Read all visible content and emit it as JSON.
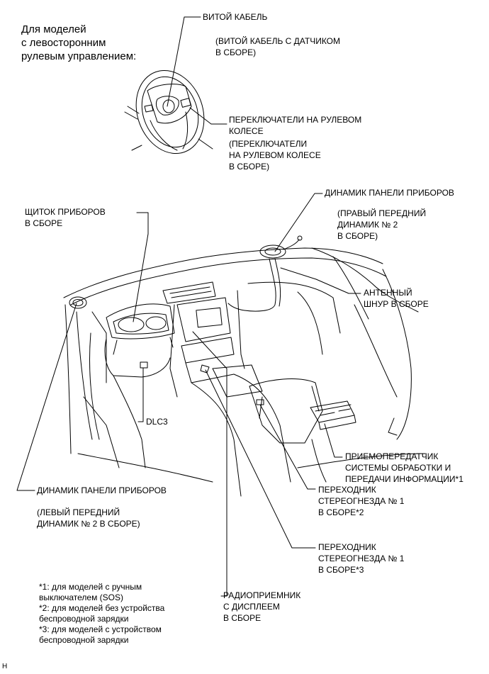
{
  "header_note": {
    "line1": "Для моделей",
    "line2": "с левосторонним",
    "line3": "рулевым управлением:"
  },
  "labels": {
    "spiral_cable": {
      "title": "ВИТОЙ КАБЕЛЬ",
      "sub1": "(ВИТОЙ КАБЕЛЬ С ДАТЧИКОМ",
      "sub2": "В СБОРЕ)"
    },
    "steering_switches": {
      "line1": "ПЕРЕКЛЮЧАТЕЛИ НА РУЛЕВОМ",
      "line2": "КОЛЕСЕ",
      "sub1": "(ПЕРЕКЛЮЧАТЕЛИ",
      "sub2": "НА РУЛЕВОМ КОЛЕСЕ",
      "sub3": "В СБОРЕ)"
    },
    "right_speaker": {
      "title": "ДИНАМИК ПАНЕЛИ ПРИБОРОВ",
      "sub1": "(ПРАВЫЙ ПЕРЕДНИЙ",
      "sub2": "ДИНАМИК № 2",
      "sub3": "В СБОРЕ)"
    },
    "combination_meter": {
      "line1": "ЩИТОК ПРИБОРОВ",
      "line2": "В СБОРЕ"
    },
    "antenna_cord": {
      "line1": "АНТЕННЫЙ",
      "line2": "ШНУР В СБОРЕ"
    },
    "dlc3": {
      "text": "DLC3"
    },
    "transceiver": {
      "line1": "ПРИЕМОПЕРЕДАТЧИК",
      "line2": "СИСТЕМЫ ОБРАБОТКИ И",
      "line3": "ПЕРЕДАЧИ ИНФОРМАЦИИ*1"
    },
    "stereo_jack_2": {
      "line1": "ПЕРЕХОДНИК",
      "line2": "СТЕРЕОГНЕЗДА № 1",
      "line3": "В СБОРЕ*2"
    },
    "left_speaker": {
      "title": "ДИНАМИК ПАНЕЛИ ПРИБОРОВ",
      "sub1": "(ЛЕВЫЙ ПЕРЕДНИЙ",
      "sub2": "ДИНАМИК № 2 В СБОРЕ)"
    },
    "stereo_jack_3": {
      "line1": "ПЕРЕХОДНИК",
      "line2": "СТЕРЕОГНЕЗДА № 1",
      "line3": "В СБОРЕ*3"
    },
    "radio": {
      "line1": "РАДИОПРИЕМНИК",
      "line2": "С ДИСПЛЕЕМ",
      "line3": "В СБОРЕ"
    }
  },
  "footnotes": {
    "n1a": "*1: для моделей с ручным",
    "n1b": "выключателем (SOS)",
    "n2a": "*2: для моделей без устройства",
    "n2b": "беспроводной зарядки",
    "n3a": "*3: для моделей с устройством",
    "n3b": "беспроводной зарядки"
  },
  "corner_mark": "H"
}
